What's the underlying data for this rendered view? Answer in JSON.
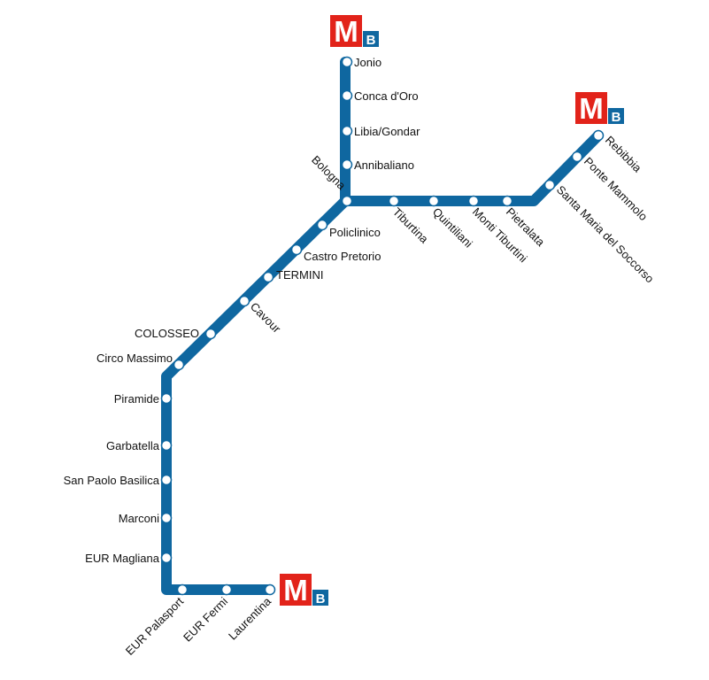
{
  "line": {
    "name": "B",
    "color": "#0f67a0"
  },
  "logo": {
    "letter": "M",
    "line_letter": "B",
    "red": "#e2231a",
    "blue": "#0f67a0"
  },
  "stations": [
    {
      "id": "jonio",
      "name": "Jonio"
    },
    {
      "id": "conca-doro",
      "name": "Conca d'Oro"
    },
    {
      "id": "libia-gondar",
      "name": "Libia/Gondar"
    },
    {
      "id": "annibaliano",
      "name": "Annibaliano"
    },
    {
      "id": "bologna",
      "name": "Bologna"
    },
    {
      "id": "tiburtina",
      "name": "Tiburtina"
    },
    {
      "id": "quintiliani",
      "name": "Quintiliani"
    },
    {
      "id": "monti-tiburtini",
      "name": "Monti Tiburtini"
    },
    {
      "id": "pietralata",
      "name": "Pietralata"
    },
    {
      "id": "santa-maria-del-soccorso",
      "name": "Santa Maria del Soccorso"
    },
    {
      "id": "ponte-mammolo",
      "name": "Ponte Mammolo"
    },
    {
      "id": "rebibbia",
      "name": "Rebibbia"
    },
    {
      "id": "policlinico",
      "name": "Policlinico"
    },
    {
      "id": "castro-pretorio",
      "name": "Castro Pretorio"
    },
    {
      "id": "termini",
      "name": "TERMINI"
    },
    {
      "id": "cavour",
      "name": "Cavour"
    },
    {
      "id": "colosseo",
      "name": "COLOSSEO"
    },
    {
      "id": "circo-massimo",
      "name": "Circo Massimo"
    },
    {
      "id": "piramide",
      "name": "Piramide"
    },
    {
      "id": "garbatella",
      "name": "Garbatella"
    },
    {
      "id": "san-paolo-basilica",
      "name": "San Paolo Basilica"
    },
    {
      "id": "marconi",
      "name": "Marconi"
    },
    {
      "id": "eur-magliana",
      "name": "EUR Magliana"
    },
    {
      "id": "eur-palasport",
      "name": "EUR Palasport"
    },
    {
      "id": "eur-fermi",
      "name": "EUR Fermi"
    },
    {
      "id": "laurentina",
      "name": "Laurentina"
    }
  ]
}
